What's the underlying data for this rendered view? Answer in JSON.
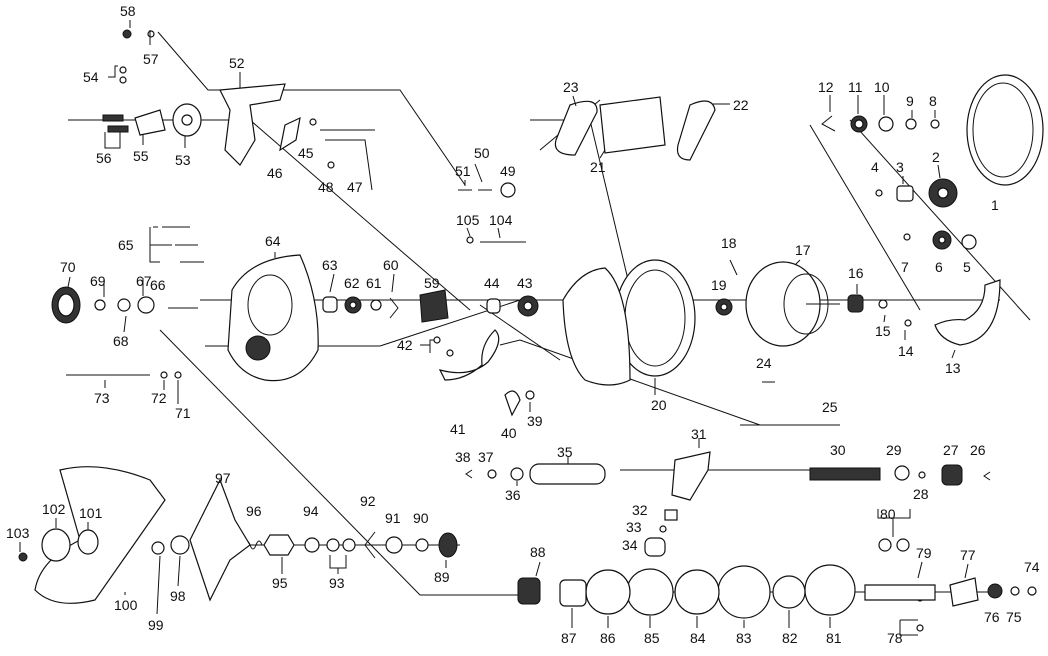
{
  "diagram": {
    "labels": [
      "1",
      "2",
      "3",
      "4",
      "5",
      "6",
      "7",
      "8",
      "9",
      "10",
      "11",
      "12",
      "13",
      "14",
      "15",
      "16",
      "17",
      "18",
      "19",
      "20",
      "21",
      "22",
      "23",
      "24",
      "25",
      "26",
      "27",
      "28",
      "29",
      "30",
      "31",
      "32",
      "33",
      "34",
      "35",
      "36",
      "37",
      "38",
      "39",
      "40",
      "41",
      "42",
      "43",
      "44",
      "45",
      "46",
      "47",
      "48",
      "49",
      "50",
      "51",
      "52",
      "53",
      "54",
      "55",
      "56",
      "57",
      "58",
      "59",
      "60",
      "61",
      "62",
      "63",
      "64",
      "65",
      "66",
      "67",
      "68",
      "69",
      "70",
      "71",
      "72",
      "73",
      "74",
      "75",
      "76",
      "77",
      "78",
      "79",
      "80",
      "81",
      "82",
      "83",
      "84",
      "85",
      "86",
      "87",
      "88",
      "89",
      "90",
      "91",
      "92",
      "93",
      "94",
      "95",
      "96",
      "97",
      "98",
      "99",
      "100",
      "101",
      "102",
      "103",
      "104",
      "105"
    ]
  }
}
